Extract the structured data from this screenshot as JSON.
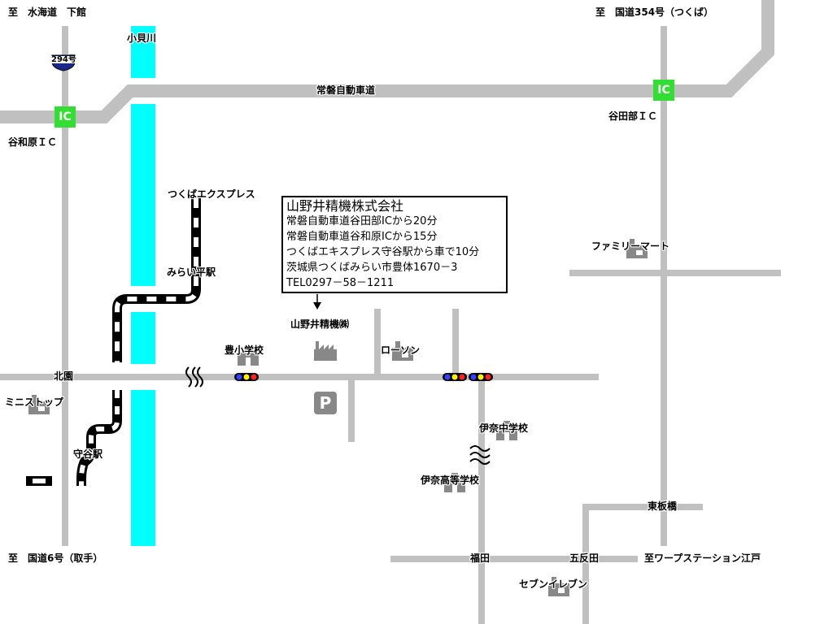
{
  "colors": {
    "road": "#c0c0c0",
    "river": "#00ffff",
    "ic": "#33dd33",
    "rail": "#000000",
    "building": "#888888"
  },
  "directions": {
    "top_left": "至　水海道　下館",
    "top_right": "至　国道354号（つくば）",
    "bottom_left": "至　国道6号（取手）",
    "bottom_right": "至ワープステーション江戸"
  },
  "route_shield": "294号",
  "river": "小貝川",
  "expressway": "常磐自動車道",
  "interchanges": {
    "yatabe": "谷田部ＩＣ",
    "yawara": "谷和原ＩＣ",
    "ic_label": "IC"
  },
  "railway": {
    "line": "つくばエクスプレス",
    "mirai_station": "みらい平駅",
    "moriya_station": "守谷駅"
  },
  "places": {
    "kitazono": "北園",
    "ministop": "ミニストップ",
    "toyo_school": "豊小学校",
    "company_mark": "山野井精機㈱",
    "lawson": "ローソン",
    "familymart": "ファミリーマート",
    "ina_junior": "伊奈中学校",
    "ina_high": "伊奈高等学校",
    "higashi_itabashi": "東板橋",
    "fukuda": "福田",
    "gotanda": "五反田",
    "seven_eleven": "セブンイレブン",
    "parking": "P"
  },
  "info": {
    "company": "山野井精機株式会社",
    "line1": "常磐自動車道谷田部ICから20分",
    "line2": "常磐自動車道谷和原ICから15分",
    "line3": "つくばエキスプレス守谷駅から車で10分",
    "address": "茨城県つくばみらい市豊体1670－3",
    "tel": "TEL0297－58－1211"
  }
}
